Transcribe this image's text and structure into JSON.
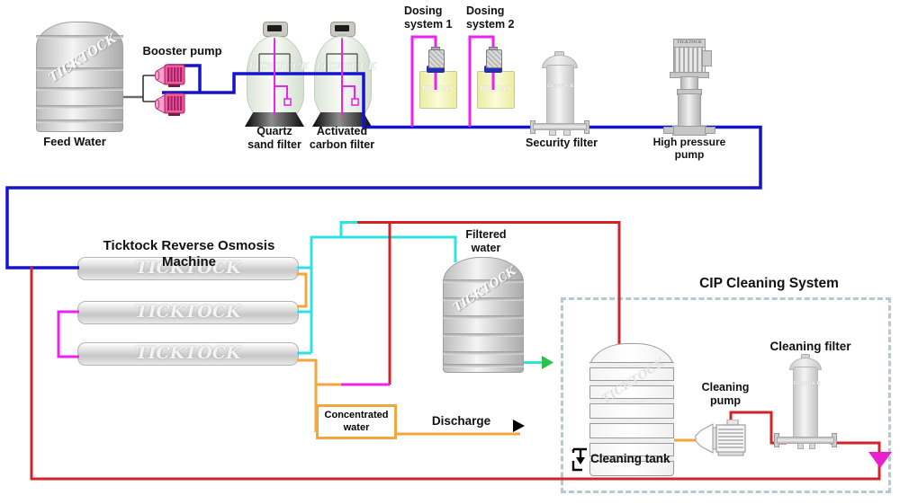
{
  "brand": {
    "watermark": "TICKTOCK"
  },
  "labels": {
    "feed_water": "Feed Water",
    "booster_pump": "Booster pump",
    "quartz_filter": "Quartz\nsand filter",
    "carbon_filter": "Activated\ncarbon filter",
    "dosing_system_1": "Dosing\nsystem 1",
    "dosing_system_2": "Dosing\nsystem 2",
    "security_filter": "Security filter",
    "high_pressure_pump": "High pressure\npump",
    "ro_machine_title": "Ticktock Reverse Osmosis Machine",
    "filtered_water": "Filtered\nwater",
    "concentrated_water": "Concentrated\nwater",
    "discharge": "Discharge",
    "cip_title": "CIP Cleaning System",
    "cleaning_tank": "Cleaning tank",
    "cleaning_pump": "Cleaning\npump",
    "cleaning_filter": "Cleaning filter"
  },
  "colors": {
    "feed_pipe_blue": "#1414cc",
    "permeate_pipe_cyan": "#2ee0e0",
    "concentrate_pipe_orange": "#f2a63e",
    "cip_pipe_red": "#d42328",
    "dosing_pipe_magenta": "#ee22ee",
    "flow_arrow_green": "#2bc24a",
    "flow_arrow_magenta": "#e820d0",
    "discharge_arrow_black": "#000000",
    "booster_pump_pink": "#ec5e9e",
    "cip_border": "#b5c9d1"
  }
}
